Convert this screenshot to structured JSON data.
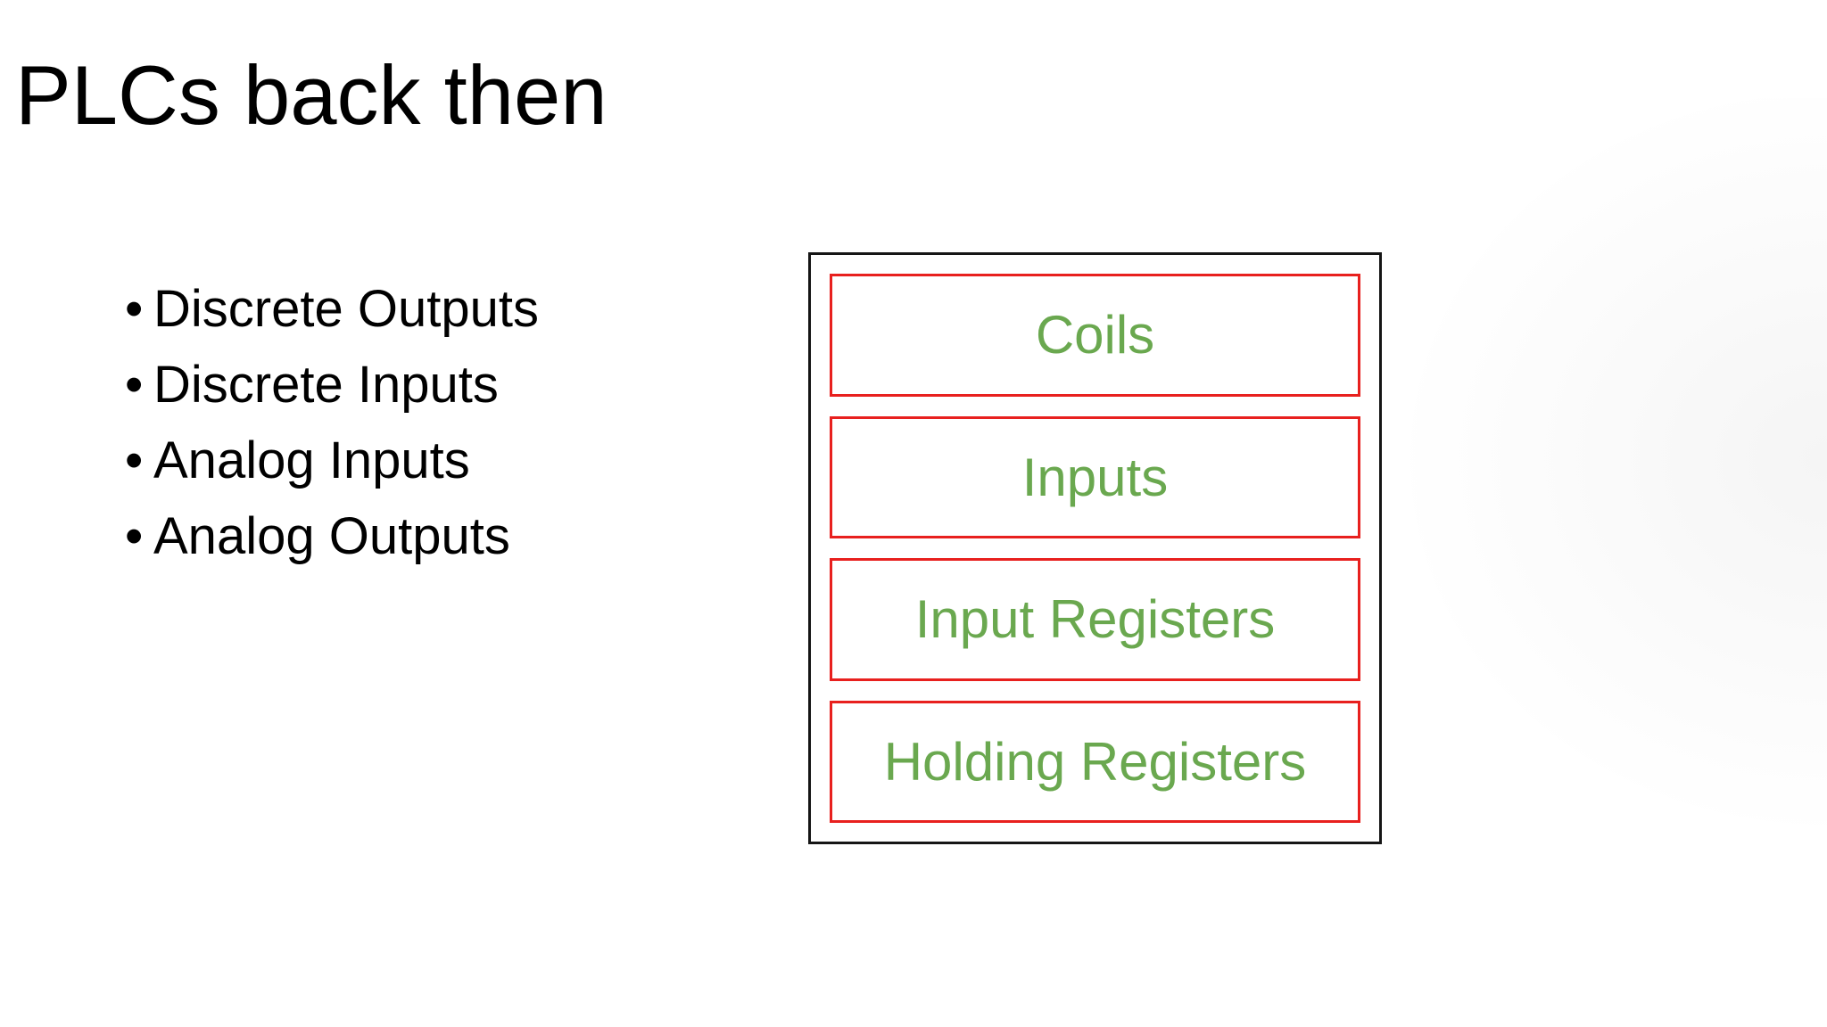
{
  "slide_title": "PLCs back then",
  "bullet_char": "•",
  "bullets": [
    "Discrete Outputs",
    "Discrete Inputs",
    "Analog Inputs",
    "Analog Outputs"
  ],
  "diagram": {
    "boxes": [
      {
        "label": "Coils"
      },
      {
        "label": "Inputs"
      },
      {
        "label": "Input Registers"
      },
      {
        "label": "Holding Registers"
      }
    ]
  },
  "colors": {
    "text-black": "#000000",
    "outer-border": "#151515",
    "box-border": "#e8201e",
    "box-label": "#6aa84f"
  }
}
